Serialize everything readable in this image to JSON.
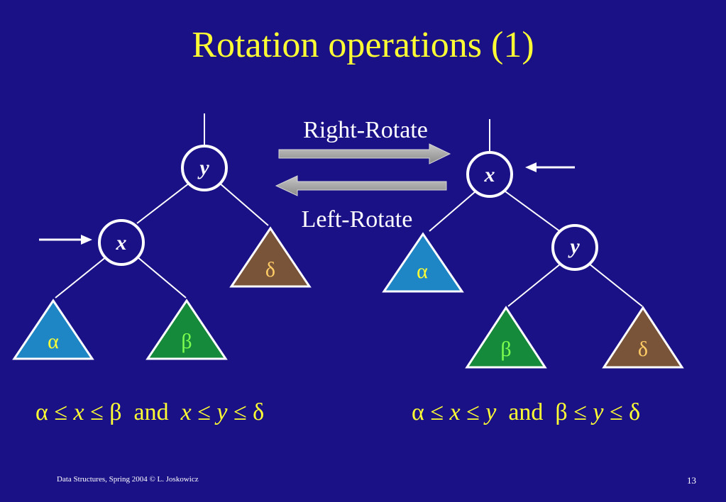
{
  "title": "Rotation operations (1)",
  "operations": {
    "right_rotate": "Right-Rotate",
    "left_rotate": "Left-Rotate"
  },
  "left_tree": {
    "root": "y",
    "child": "x",
    "subtrees": [
      "α",
      "β",
      "δ"
    ]
  },
  "right_tree": {
    "root": "x",
    "child": "y",
    "subtrees": [
      "α",
      "β",
      "δ"
    ]
  },
  "relations": {
    "left": [
      "α ≤ ",
      "x",
      " ≤ β  and  ",
      "x",
      " ≤ ",
      "y",
      " ≤ δ"
    ],
    "right": [
      "α ≤ ",
      "x",
      " ≤ ",
      "y",
      "  and  β ≤ ",
      "y",
      " ≤ δ"
    ]
  },
  "footer": {
    "left": "Data Structures,  Spring 2004 © L. Joskowicz",
    "page_number": "13"
  },
  "colors": {
    "background": "#1a1187",
    "title": "#ffff33",
    "alpha_fill": "#1f86c6",
    "beta_fill": "#148a3a",
    "delta_fill": "#7a5439",
    "arrow": "#a6a6a6"
  }
}
